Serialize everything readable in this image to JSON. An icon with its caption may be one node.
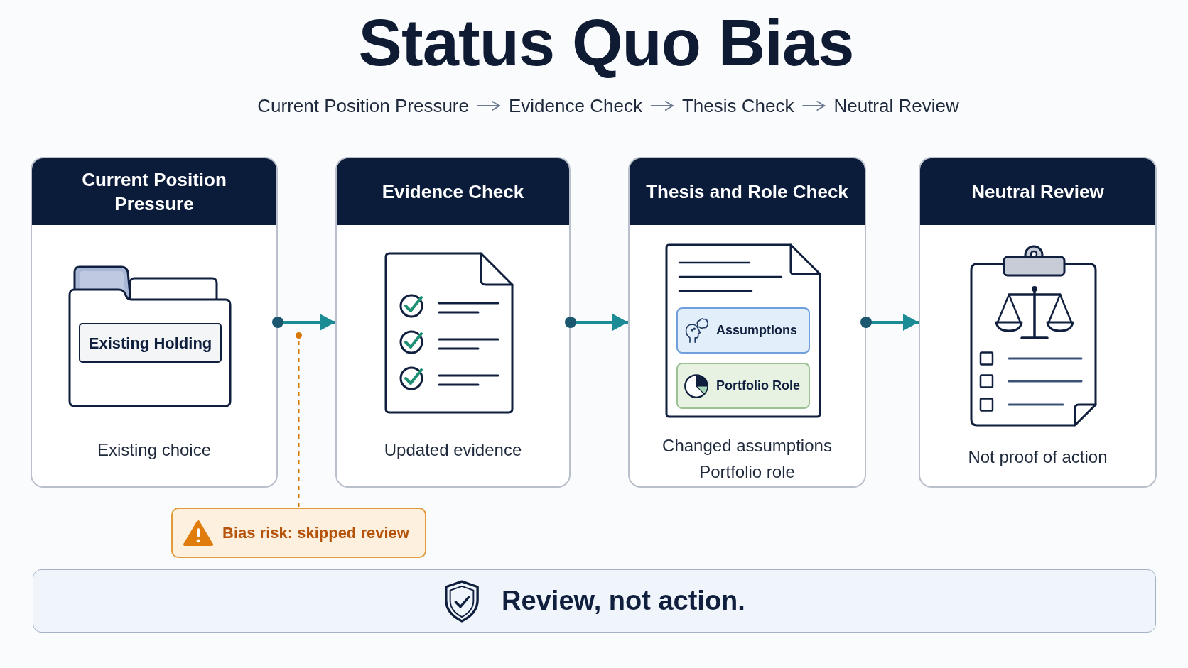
{
  "diagram": {
    "title": "Status Quo Bias",
    "nodes": [
      {
        "text": [
          "Current Position Pressure"
        ]
      },
      {
        "text": [
          "Evidence Check"
        ]
      },
      {
        "text": [
          "Thesis Check"
        ]
      },
      {
        "text": [
          "Neutral Review"
        ]
      },
      {
        "text": [
          "Current Position Pressure",
          "Existing choice"
        ]
      },
      {
        "text": [
          "Existing Holding"
        ],
        "in": 4
      },
      {
        "text": [
          "Evidence Check",
          "Updated evidence"
        ]
      },
      {
        "text": [
          "Thesis and Role Check",
          "Changed assumptions",
          "Portfolio role"
        ]
      },
      {
        "text": [
          "Assumptions"
        ],
        "in": 7
      },
      {
        "text": [
          "Portfolio Role"
        ],
        "in": 7
      },
      {
        "text": [
          "Neutral Review",
          "Not proof of action"
        ]
      },
      {
        "text": [
          "Bias risk: skipped review"
        ]
      },
      {
        "text": [
          "Review, not action."
        ]
      },
      {
        "text": [],
        "shape": "circle"
      }
    ],
    "edges": [
      {
        "from": 0,
        "to": 1,
        "arrow": "to",
        "color": "#6b7a90"
      },
      {
        "from": 1,
        "to": 2,
        "arrow": "to",
        "color": "#6b7a90"
      },
      {
        "from": 2,
        "to": 3,
        "arrow": "to",
        "color": "#6b7a90"
      },
      {
        "from": 4,
        "to": 6,
        "arrow": "to"
      },
      {
        "from": 6,
        "to": 7,
        "arrow": "to"
      },
      {
        "from": 7,
        "to": 10,
        "arrow": "to"
      },
      {
        "from": 11,
        "to": 13,
        "arrow": "none",
        "style": "dashed",
        "color": "#d97706"
      }
    ]
  }
}
